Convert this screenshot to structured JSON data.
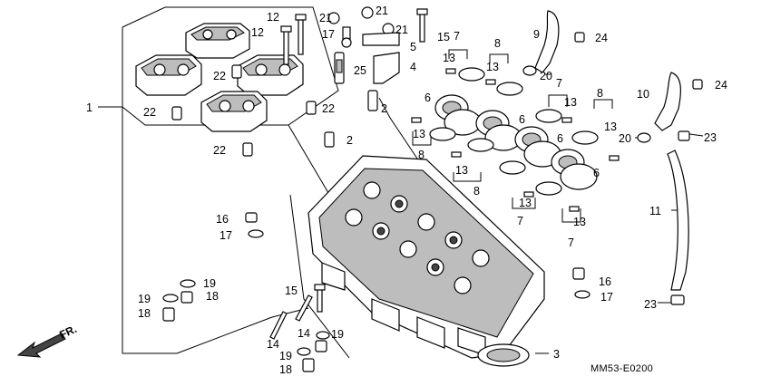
{
  "diagram": {
    "labels": [
      "1",
      "2",
      "2",
      "3",
      "4",
      "5",
      "6",
      "6",
      "6",
      "6",
      "7",
      "7",
      "7",
      "7",
      "8",
      "8",
      "8",
      "8",
      "9",
      "10",
      "11",
      "12",
      "12",
      "13",
      "13",
      "13",
      "13",
      "13",
      "13",
      "13",
      "13",
      "14",
      "14",
      "15",
      "15",
      "16",
      "16",
      "17",
      "17",
      "17",
      "18",
      "18",
      "18",
      "19",
      "19",
      "19",
      "19",
      "20",
      "20",
      "21",
      "21",
      "21",
      "22",
      "22",
      "22",
      "22",
      "23",
      "23",
      "24",
      "24",
      "25"
    ],
    "figure_code": "MM53-E0200",
    "direction_label": "FR."
  }
}
